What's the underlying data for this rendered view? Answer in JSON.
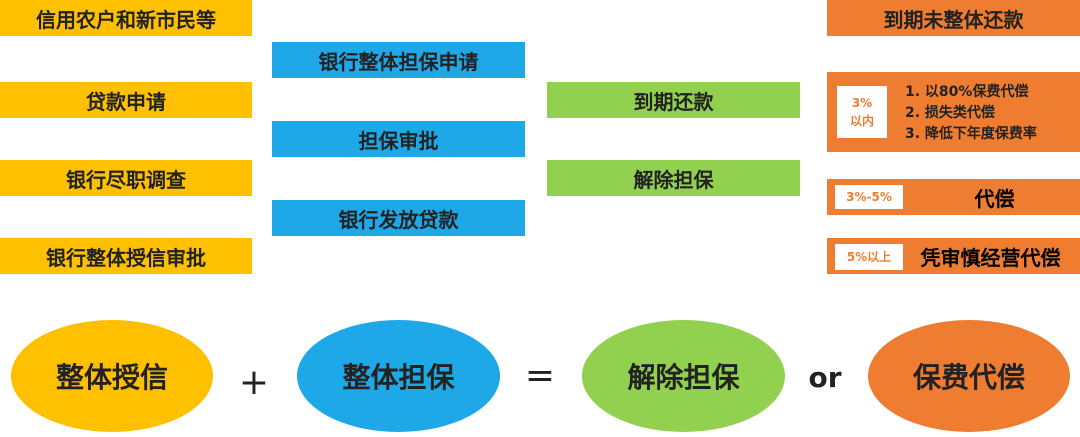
{
  "column1": [
    "信用农户和新市民等",
    "贷款申请",
    "银行尽职调查",
    "银行整体授信审批"
  ],
  "column2": [
    "银行整体担保申请",
    "担保审批",
    "银行发放贷款"
  ],
  "column3": [
    "到期还款",
    "解除担保"
  ],
  "column4": {
    "header": "到期未整体还款",
    "tier1": {
      "tag_line1": "3%",
      "tag_line2": "以内",
      "items": [
        "1. 以80%保费代偿",
        "2. 损失类代偿",
        "3. 降低下年度保费率"
      ]
    },
    "tier2": {
      "tag": "3%-5%",
      "label": "代偿"
    },
    "tier3": {
      "tag": "5%以上",
      "label": "凭审慎经营代偿"
    }
  },
  "equation": {
    "term1": "整体授信",
    "plus": "+",
    "term2": "整体担保",
    "equals": "=",
    "result1": "解除担保",
    "or": "or",
    "result2": "保费代偿"
  },
  "colors": {
    "yellow": "#FFC000",
    "blue": "#1FA8E8",
    "green": "#92D050",
    "orange": "#EE7D31"
  }
}
